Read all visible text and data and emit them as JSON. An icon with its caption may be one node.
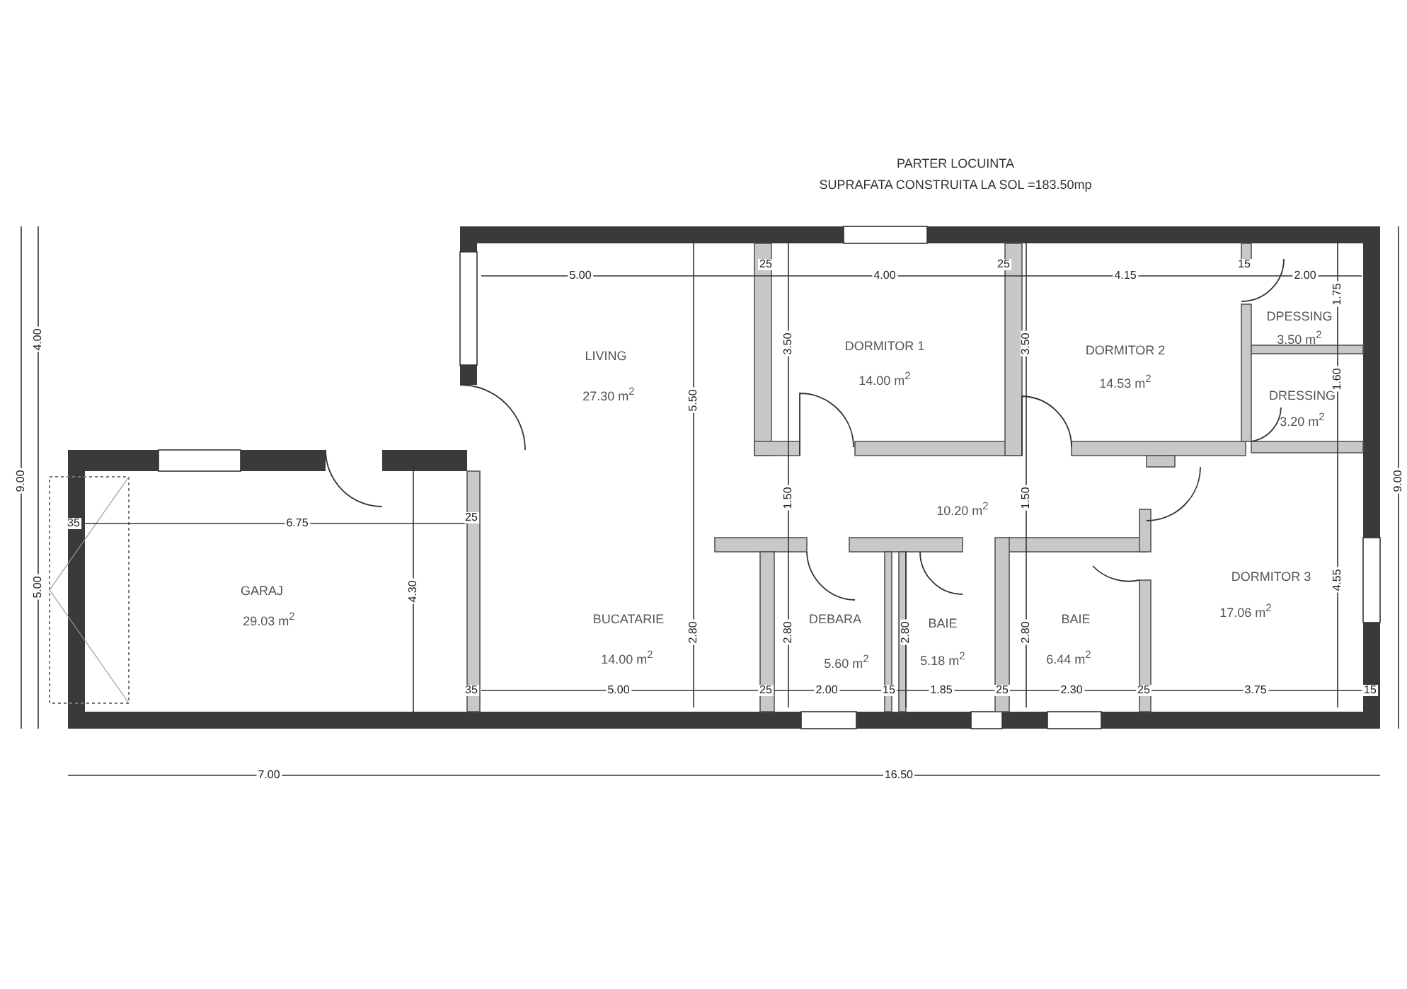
{
  "diagram": {
    "title": "PARTER LOCUINTA",
    "labels": [
      "SUPRAFATA CONSTRUITA LA SOL =183.50mp",
      "5.00",
      "4.00",
      "4.15",
      "2.00",
      "25",
      "25",
      "15",
      "4.00",
      "9.00",
      "5.00",
      "LIVING",
      "27.30 m$^{2}$",
      "DORMITOR 1",
      "14.00 m$^{2}$",
      "DORMITOR 2",
      "14.53 m$^{2}$",
      "DPESSING",
      "3.50 m$^{2}$",
      "DRESSING",
      "3.20 m$^{2}$",
      "1.75",
      "1.60",
      "5.50",
      "3.50",
      "3.50",
      "1.50",
      "1.50",
      "10.20 m$^{2}$",
      "6.75",
      "25",
      "35",
      "GARAJ",
      "29.03 m$^{2}$",
      "4.30",
      "BUCATARIE",
      "14.00 m$^{2}$",
      "2.80",
      "DEBARA",
      "5.60 m$^{2}$",
      "2.80",
      "BAIE",
      "5.18 m$^{2}$",
      "2.80",
      "BAIE",
      "6.44 m$^{2}$",
      "2.80",
      "DORMITOR 3",
      "17.06 m$^{2}$",
      "4.55",
      "9.00",
      "35",
      "5.00",
      "25",
      "2.00",
      "15",
      "1.85",
      "25",
      "2.30",
      "25",
      "3.75",
      "15",
      "7.00",
      "16.50"
    ]
  }
}
